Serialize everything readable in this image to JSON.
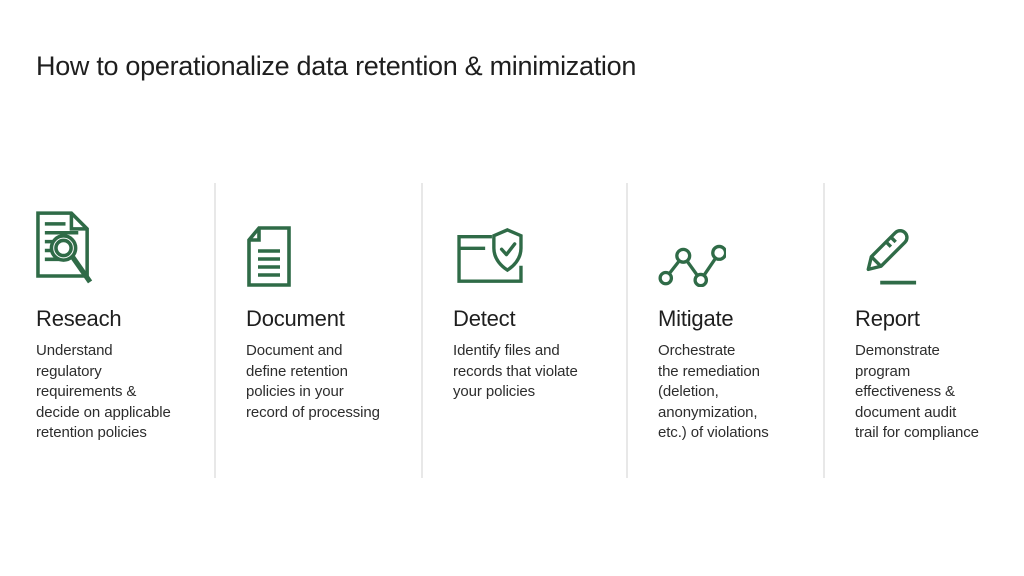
{
  "page": {
    "title": "How to operationalize data retention & minimization"
  },
  "colors": {
    "accent_green": "#2F6B47",
    "divider_gray": "#E8E8E8",
    "heading_text": "#1E1E1E",
    "body_text": "#2D2D2D",
    "background": "#FFFFFF"
  },
  "steps": [
    {
      "icon": "document-magnifier-icon",
      "title": "Reseach",
      "description": [
        "Understand",
        "regulatory",
        "requirements &",
        "decide on applicable",
        "retention policies"
      ]
    },
    {
      "icon": "document-lines-icon",
      "title": "Document",
      "description": [
        "Document and",
        "define retention",
        "policies in your",
        "record of processing"
      ]
    },
    {
      "icon": "file-shield-check-icon",
      "title": "Detect",
      "description": [
        "Identify files and",
        "records that violate",
        "your policies"
      ]
    },
    {
      "icon": "trend-nodes-icon",
      "title": "Mitigate",
      "description": [
        "Orchestrate",
        "the remediation",
        "(deletion,",
        "anonymization,",
        " etc.) of violations"
      ]
    },
    {
      "icon": "pencil-underline-icon",
      "title": "Report",
      "description": [
        "Demonstrate",
        "program",
        "effectiveness &",
        "document audit",
        "trail for compliance"
      ]
    }
  ]
}
